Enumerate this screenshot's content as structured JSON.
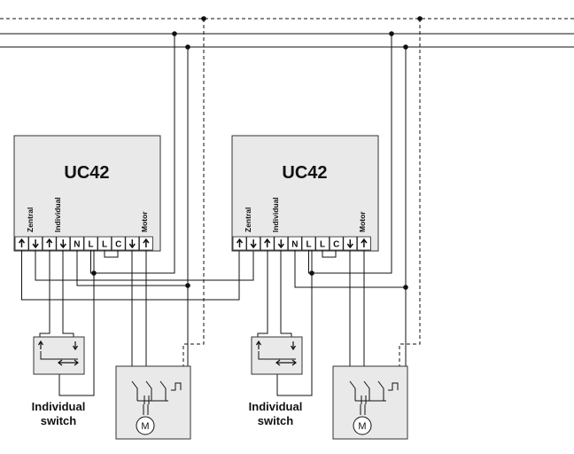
{
  "controllers": [
    {
      "model": "UC42",
      "group_labels": {
        "central": "Zentral",
        "individual": "Individual",
        "motor": "Motor"
      },
      "terminals": [
        "up-arrow",
        "down-arrow",
        "up-arrow",
        "down-arrow",
        "N",
        "L",
        "L",
        "C",
        "down-arrow",
        "up-arrow"
      ]
    },
    {
      "model": "UC42",
      "group_labels": {
        "central": "Zentral",
        "individual": "Individual",
        "motor": "Motor"
      },
      "terminals": [
        "up-arrow",
        "down-arrow",
        "up-arrow",
        "down-arrow",
        "N",
        "L",
        "L",
        "C",
        "down-arrow",
        "up-arrow"
      ]
    }
  ],
  "switches": [
    {
      "caption_line1": "Individual",
      "caption_line2": "switch"
    },
    {
      "caption_line1": "Individual",
      "caption_line2": "switch"
    }
  ],
  "motors": [
    {
      "symbol": "M"
    },
    {
      "symbol": "M"
    }
  ]
}
